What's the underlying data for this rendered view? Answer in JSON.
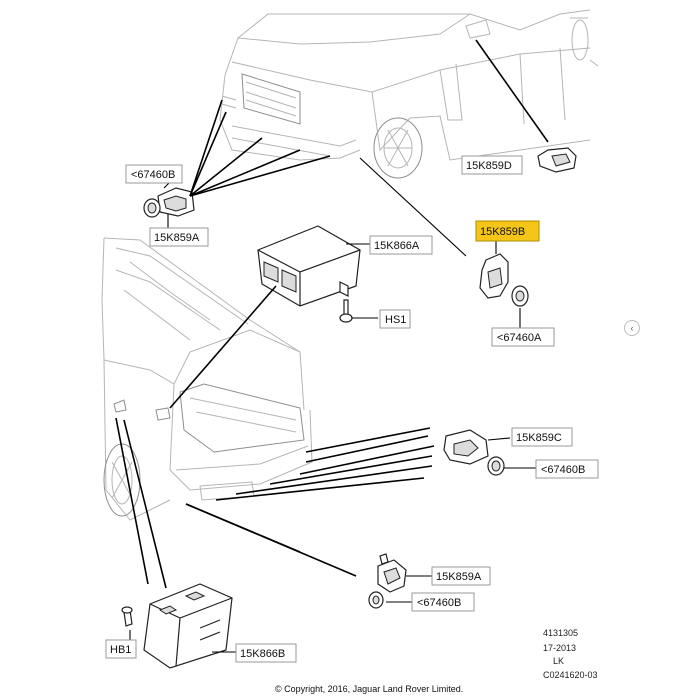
{
  "callouts": {
    "c_67460B_top": "<67460B",
    "c_15K859A_top": "15K859A",
    "c_15K859D": "15K859D",
    "c_15K866A": "15K866A",
    "c_15K859B": "15K859B",
    "c_HS1": "HS1",
    "c_67460A": "<67460A",
    "c_15K859C": "15K859C",
    "c_67460B_mid": "<67460B",
    "c_15K859A_bot": "15K859A",
    "c_67460B_bot": "<67460B",
    "c_HB1": "HB1",
    "c_15K866B": "15K866B"
  },
  "reference": {
    "line1": "4131305",
    "line2": "17-2013",
    "line3": "LK",
    "line4": "C0241620-03"
  },
  "copyright": "© Copyright, 2016, Jaguar Land Rover Limited.",
  "icons": {
    "side_arrow": "chevron-left-icon"
  },
  "colors": {
    "highlight": "#f5c518"
  }
}
